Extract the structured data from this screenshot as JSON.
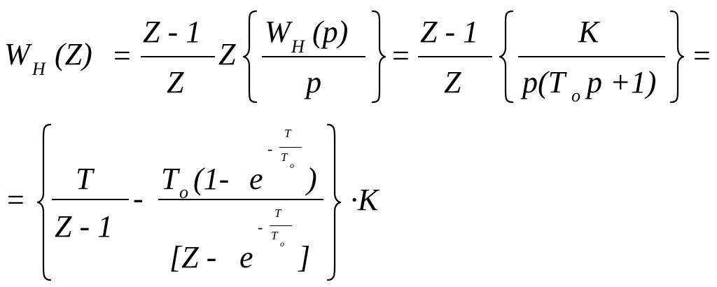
{
  "formula": {
    "line1": {
      "W": "W",
      "H": "H",
      "arg_Z": "(Z)",
      "eq1": "=",
      "frac1_num": "Z - 1",
      "frac1_den": "Z",
      "Zop": "Z",
      "frac2_num_W": "W",
      "frac2_num_H": "H",
      "frac2_num_arg": "(p)",
      "frac2_den": "p",
      "eq2": "=",
      "frac3_num": "Z - 1",
      "frac3_den": "Z",
      "frac4_num": "K",
      "frac4_den_a": "p(T",
      "frac4_den_o": "o",
      "frac4_den_b": "p +1)",
      "eq3": "="
    },
    "line2": {
      "eq": "=",
      "fracA_num": "T",
      "fracA_den": "Z - 1",
      "minus": "-",
      "fracB_num_T": "T",
      "fracB_num_o": "o",
      "fracB_num_open": "(1-",
      "fracB_num_e": "e",
      "fracB_num_close": ")",
      "exp_minus": "-",
      "exp_T": "T",
      "exp_To": "T",
      "exp_o": "o",
      "fracB_den_open": "[Z -",
      "fracB_den_e": "e",
      "fracB_den_close": "]",
      "dot_K": "·K"
    }
  }
}
